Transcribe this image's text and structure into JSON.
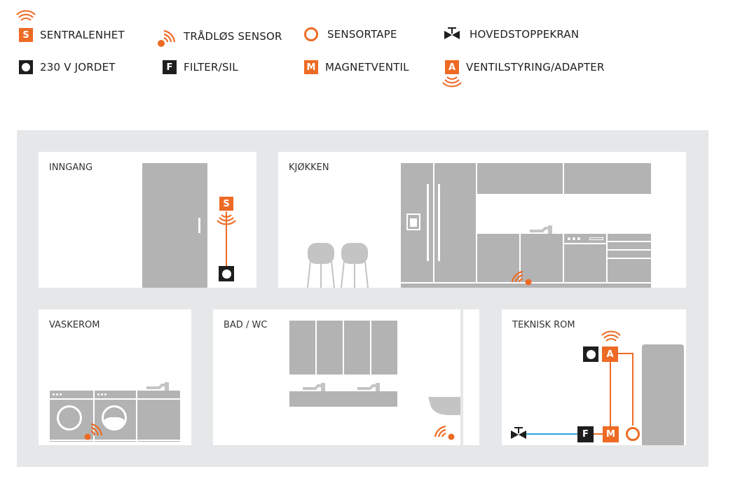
{
  "legend": [
    {
      "key": "sentralenhet",
      "letter": "S",
      "label": "SENTRALENHET"
    },
    {
      "key": "wireless",
      "label": "TRÅDLØS SENSOR"
    },
    {
      "key": "tape",
      "label": "SENSORTAPE"
    },
    {
      "key": "mainvalve",
      "label": "HOVEDSTOPPEKRAN"
    },
    {
      "key": "power",
      "label": "230 V JORDET"
    },
    {
      "key": "filter",
      "letter": "F",
      "label": "FILTER/SIL"
    },
    {
      "key": "magnet",
      "letter": "M",
      "label": "MAGNETVENTIL"
    },
    {
      "key": "adapter",
      "letter": "A",
      "label": "VENTILSTYRING/ADAPTER"
    }
  ],
  "rooms": {
    "inngang": "INNGANG",
    "kjokken": "KJØKKEN",
    "vaskerom": "VASKEROM",
    "bad": "BAD / WC",
    "teknisk": "TEKNISK ROM"
  },
  "colors": {
    "orange": "#ed6b24",
    "dark": "#1e1e1e",
    "grey": "#b3b3b3",
    "floor": "#e6e7e8",
    "pipe": "#2aa6df"
  }
}
